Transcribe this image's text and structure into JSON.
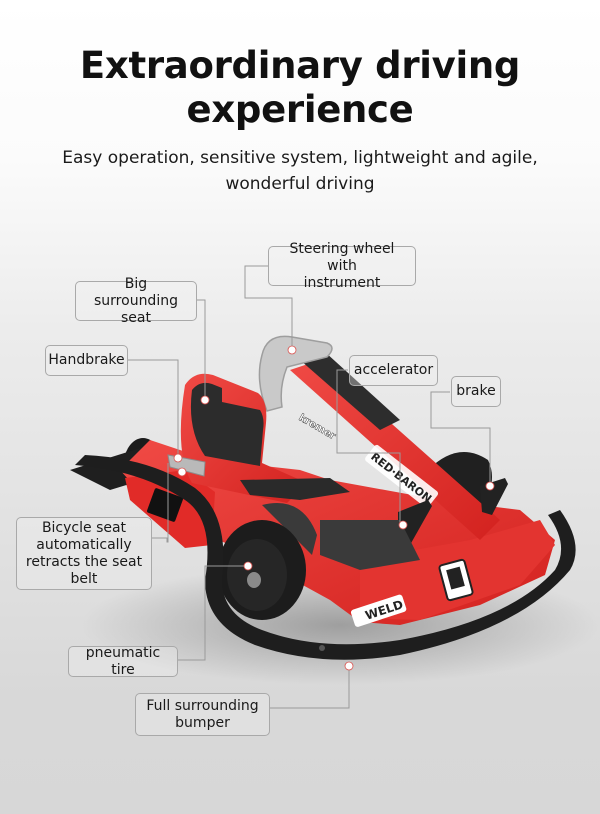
{
  "header": {
    "title_line1": "Extraordinary driving",
    "title_line2": "experience",
    "subtitle_line1": "Easy operation, sensitive system, lightweight and agile,",
    "subtitle_line2": "wonderful driving"
  },
  "product": {
    "name": "go-kart",
    "body_color": "#e8302f",
    "bumper_color": "#1e1e1e",
    "decals": [
      "kremer",
      "RED-BARON",
      "WELD"
    ]
  },
  "callouts": [
    {
      "id": "steering",
      "label": "Steering wheel with\ninstrument"
    },
    {
      "id": "seat",
      "label": "Big surrounding\nseat"
    },
    {
      "id": "handbrake",
      "label": "Handbrake"
    },
    {
      "id": "accelerator",
      "label": "accelerator"
    },
    {
      "id": "brake",
      "label": "brake"
    },
    {
      "id": "seatbelt",
      "label": "Bicycle seat\nautomatically\nretracts the seat\nbelt"
    },
    {
      "id": "tire",
      "label": "pneumatic tire"
    },
    {
      "id": "bumper",
      "label": "Full surrounding\nbumper"
    }
  ],
  "colors": {
    "text": "#111111",
    "callout_border": "#a9a9a9",
    "leader_line": "#9a9a9a",
    "marker_dot": "#ffffff",
    "marker_ring": "#d9534f"
  }
}
